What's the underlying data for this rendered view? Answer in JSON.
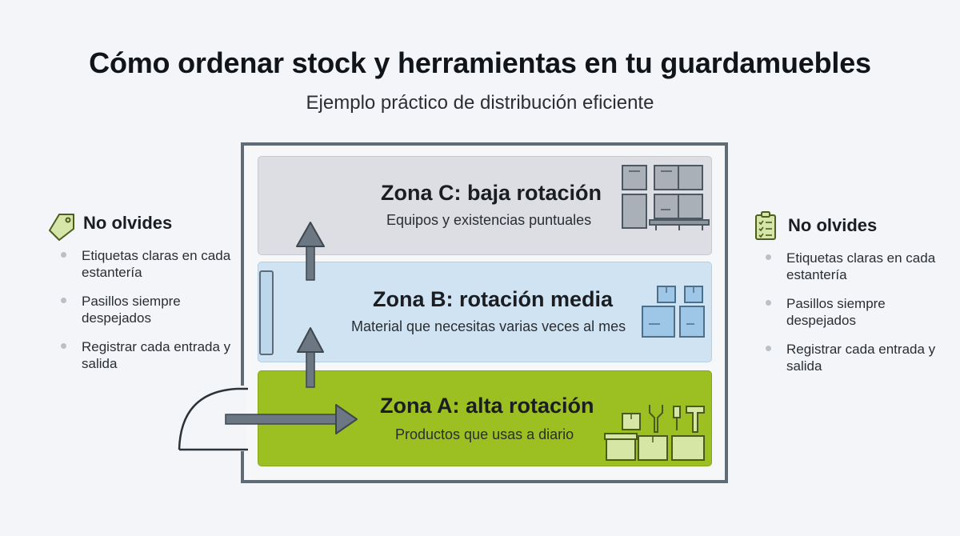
{
  "header": {
    "title": "Cómo ordenar stock y herramientas en tu guardamuebles",
    "subtitle": "Ejemplo práctico de distribución eficiente"
  },
  "zones": [
    {
      "id": "c",
      "title": "Zona C: baja rotación",
      "description": "Equipos y existencias puntuales",
      "color": "#dcdee3",
      "icon": "pallet-boxes-icon"
    },
    {
      "id": "b",
      "title": "Zona B: rotación media",
      "description": "Material que necesitas varias veces al mes",
      "color": "#cfe3f3",
      "icon": "stacked-boxes-icon"
    },
    {
      "id": "a",
      "title": "Zona A: alta rotación",
      "description": "Productos que usas a diario",
      "color": "#9cbf22",
      "icon": "tools-boxes-icon"
    }
  ],
  "notes": {
    "left": {
      "icon": "tag-icon",
      "title": "No olvides",
      "items": [
        "Etiquetas claras en cada estantería",
        "Pasillos siempre despejados",
        "Registrar cada entrada y salida"
      ]
    },
    "right": {
      "icon": "clipboard-checklist-icon",
      "title": "No olvides",
      "items": [
        "Etiquetas claras en cada estantería",
        "Pasillos siempre despejados",
        "Registrar cada entrada y salida"
      ]
    }
  },
  "colors": {
    "wall": "#5f6c78",
    "background": "#f3f5f8",
    "accent_green": "#9cbf22"
  }
}
